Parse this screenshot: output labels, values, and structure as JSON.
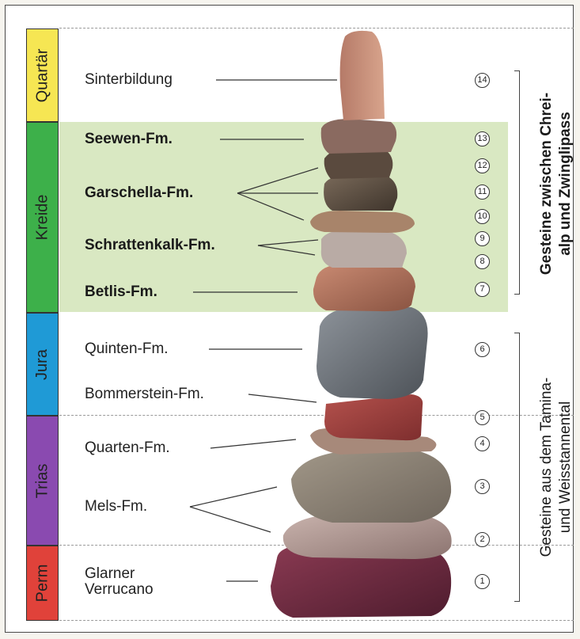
{
  "colors": {
    "quartaer": "#f6e653",
    "kreide": "#3db04a",
    "jura": "#1f9ad6",
    "trias": "#8a4ab0",
    "perm": "#e0423a",
    "kreide_band": "#d9e8c2"
  },
  "periods": [
    {
      "name": "Quartär"
    },
    {
      "name": "Kreide"
    },
    {
      "name": "Jura"
    },
    {
      "name": "Trias"
    },
    {
      "name": "Perm"
    }
  ],
  "formations": [
    {
      "name": "Sinterbildung",
      "bold": false
    },
    {
      "name": "Seewen-Fm.",
      "bold": true
    },
    {
      "name": "Garschella-Fm.",
      "bold": true
    },
    {
      "name": "Schrattenkalk-Fm.",
      "bold": true
    },
    {
      "name": "Betlis-Fm.",
      "bold": true
    },
    {
      "name": "Quinten-Fm.",
      "bold": false
    },
    {
      "name": "Bommerstein-Fm.",
      "bold": false
    },
    {
      "name": "Quarten-Fm.",
      "bold": false
    },
    {
      "name": "Mels-Fm.",
      "bold": false
    },
    {
      "name": "Glarner Verrucano",
      "bold": false
    }
  ],
  "numbers": [
    "14",
    "13",
    "12",
    "11",
    "10",
    "9",
    "8",
    "7",
    "6",
    "5",
    "4",
    "3",
    "2",
    "1"
  ],
  "groups": {
    "upper": "Gesteine zwischen Chrei-\nalp und  Zwinglipass",
    "lower": "Gesteine aus dem Tamina-\nund Weisstannental"
  }
}
